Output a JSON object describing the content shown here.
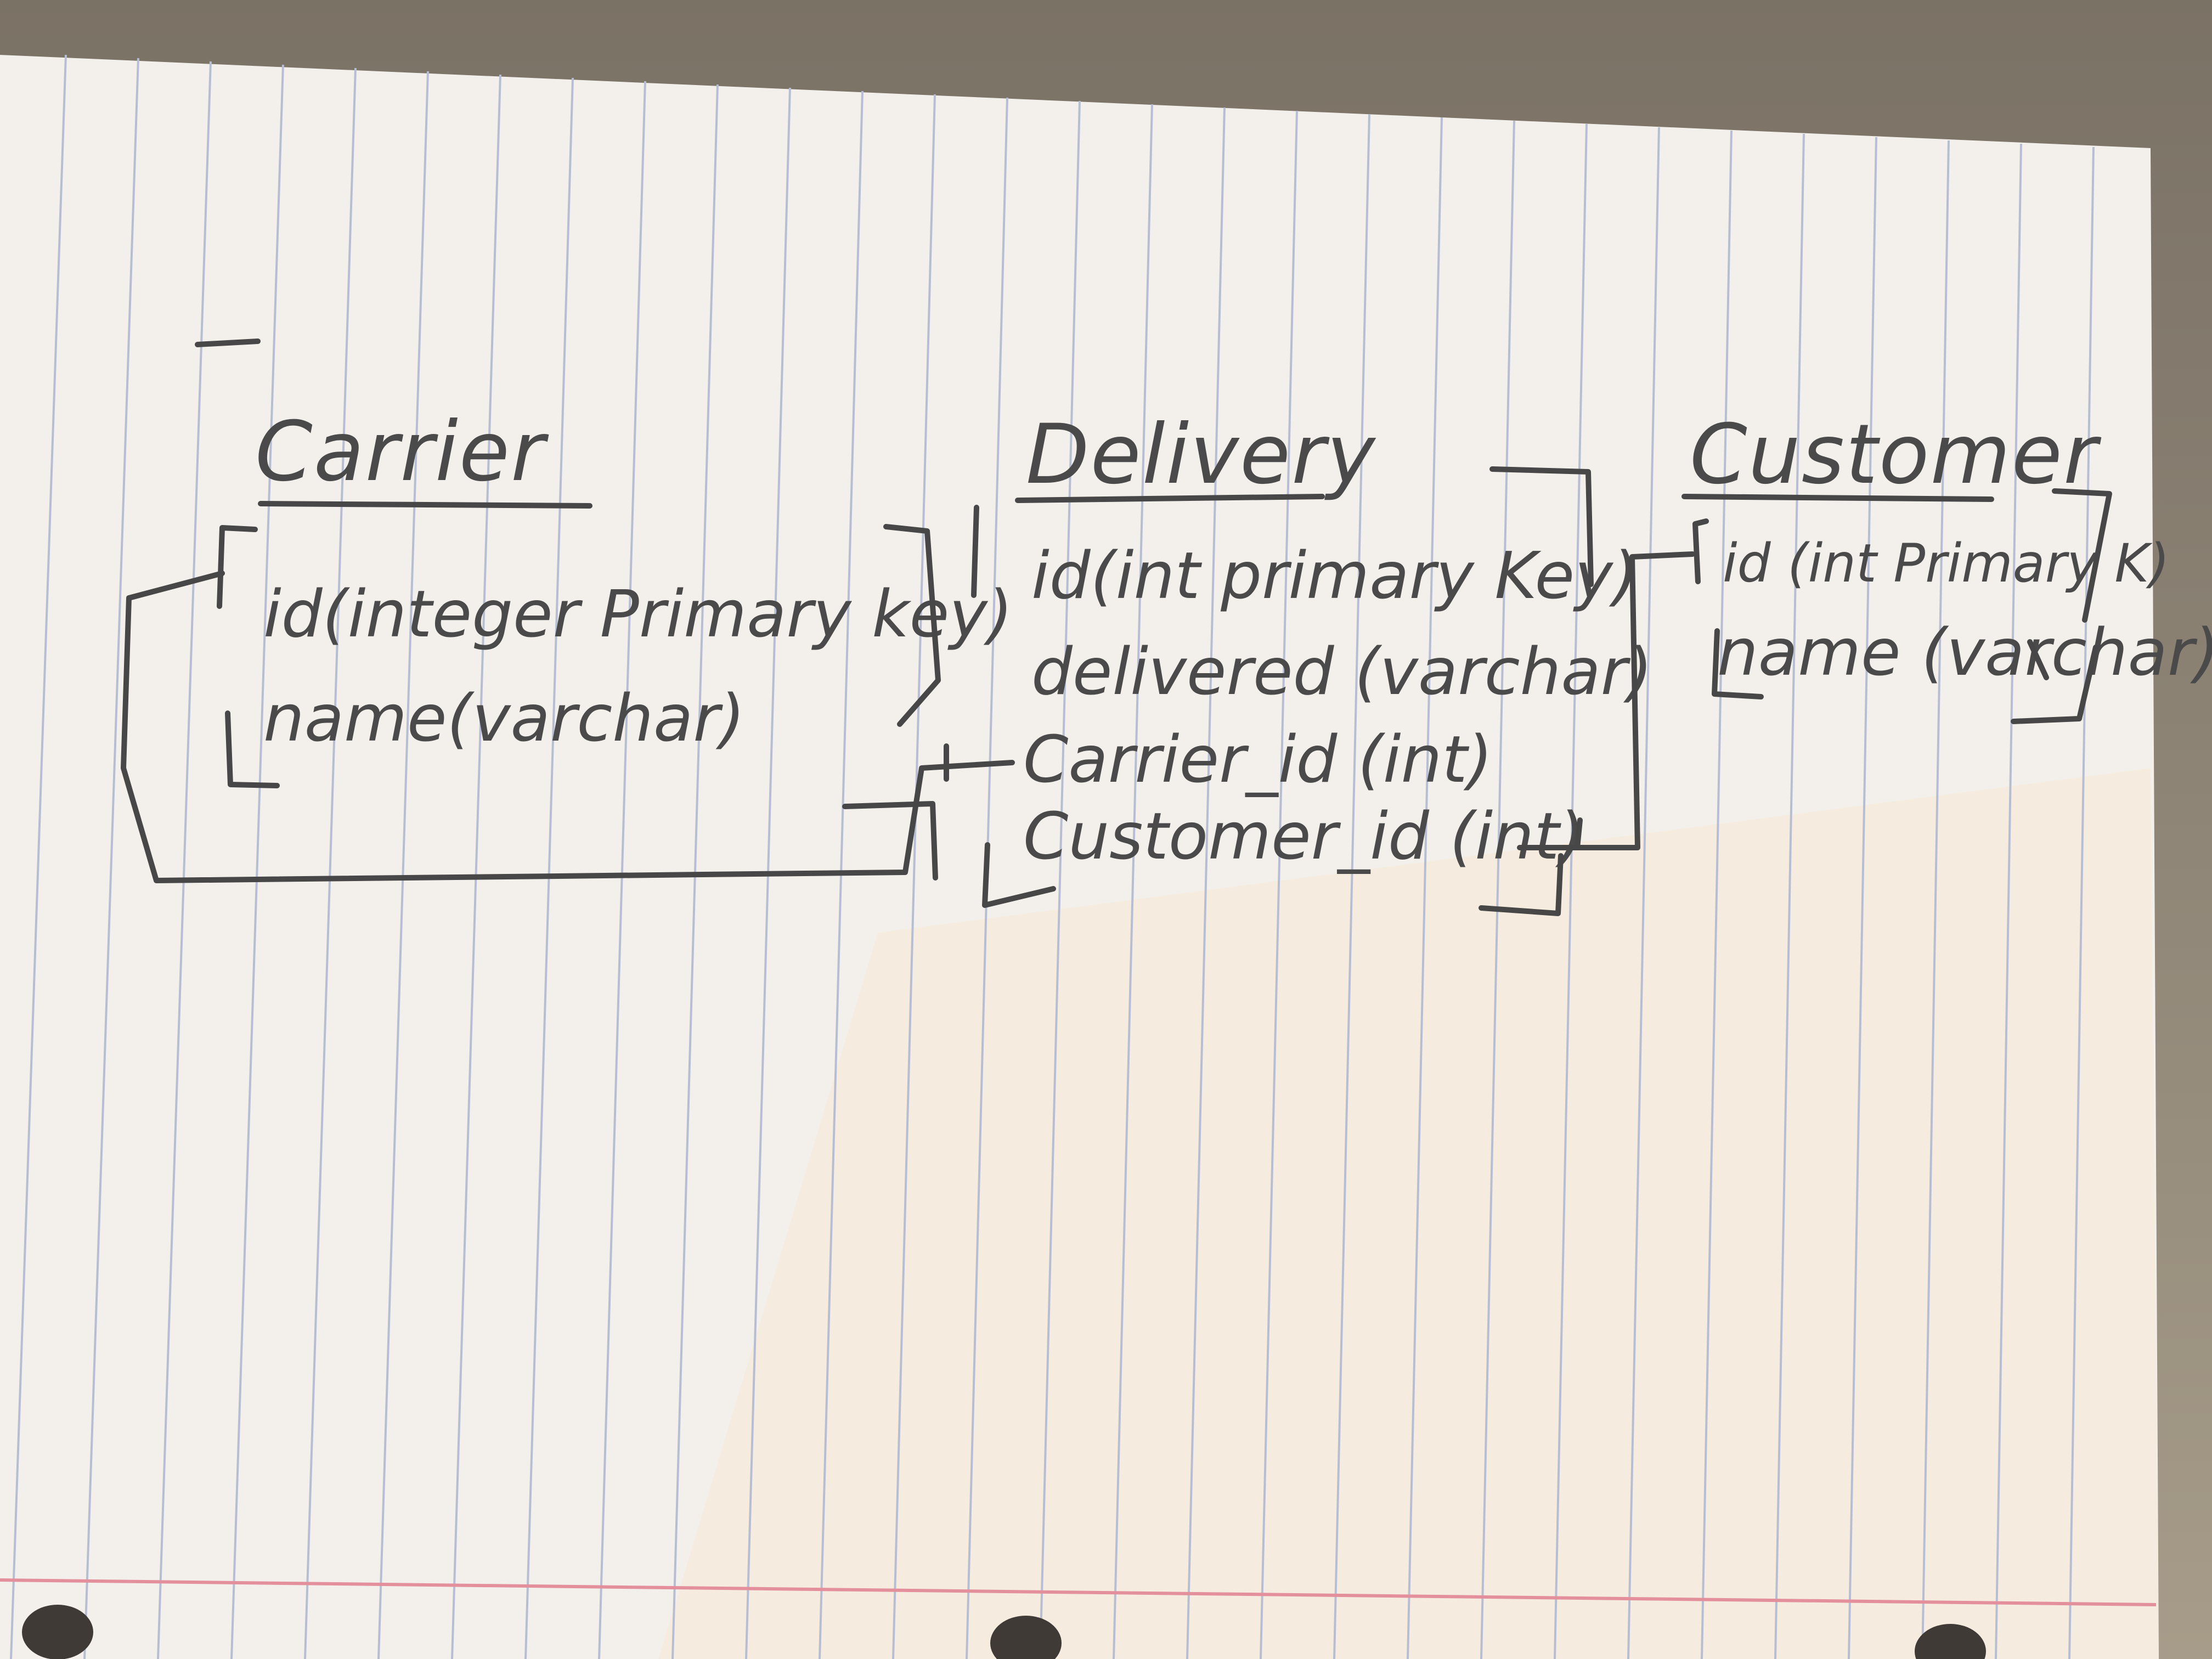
{
  "diagram": {
    "entities": [
      {
        "name": "Carrier",
        "fields": [
          "id(integer Primary key)",
          "name(varchar)"
        ]
      },
      {
        "name": "Delivery",
        "fields": [
          "id(int primary Key)",
          "delivered (varchar)",
          "Carrier_id (int)",
          "Customer_id (int)"
        ]
      },
      {
        "name": "Customer",
        "fields": [
          "id (int Primary K)",
          "name (varchar)"
        ]
      }
    ],
    "relations": [
      {
        "from": "Carrier.id",
        "to": "Delivery.Carrier_id"
      },
      {
        "from": "Customer.id",
        "to": "Delivery.Customer_id"
      }
    ]
  },
  "paper": {
    "color": "#f4f1ee",
    "rule_color": "#b7bdd2",
    "margin_color": "#e38b98"
  }
}
